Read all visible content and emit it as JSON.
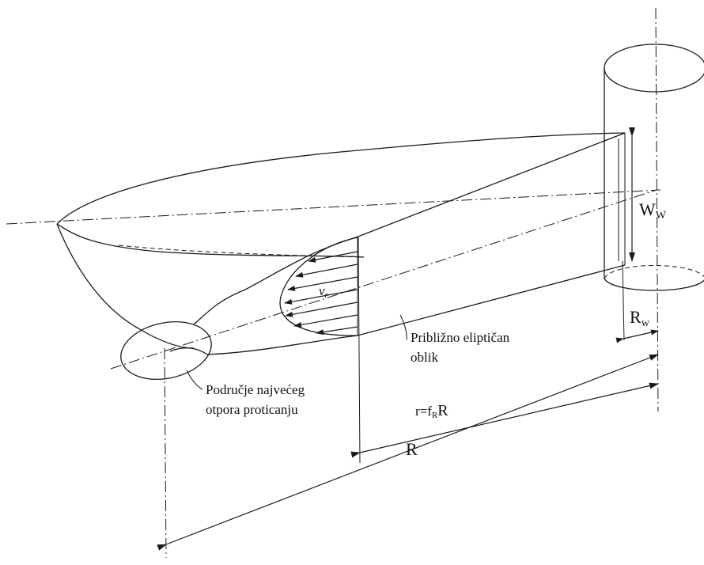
{
  "labels": {
    "wake_width_main": "W",
    "wake_width_sub": "W",
    "velocity_main": "v",
    "velocity_sub": "r",
    "elliptical_line1": "Približno eliptičan",
    "elliptical_line2": "oblik",
    "resistance_line1": "Područje najvećeg",
    "resistance_line2": "otpora proticanju",
    "wake_radius_main": "R",
    "wake_radius_sub": "w",
    "radius_eq_main": "r=f",
    "radius_eq_sub": "R",
    "radius_eq_tail": "R",
    "radius": "R"
  }
}
